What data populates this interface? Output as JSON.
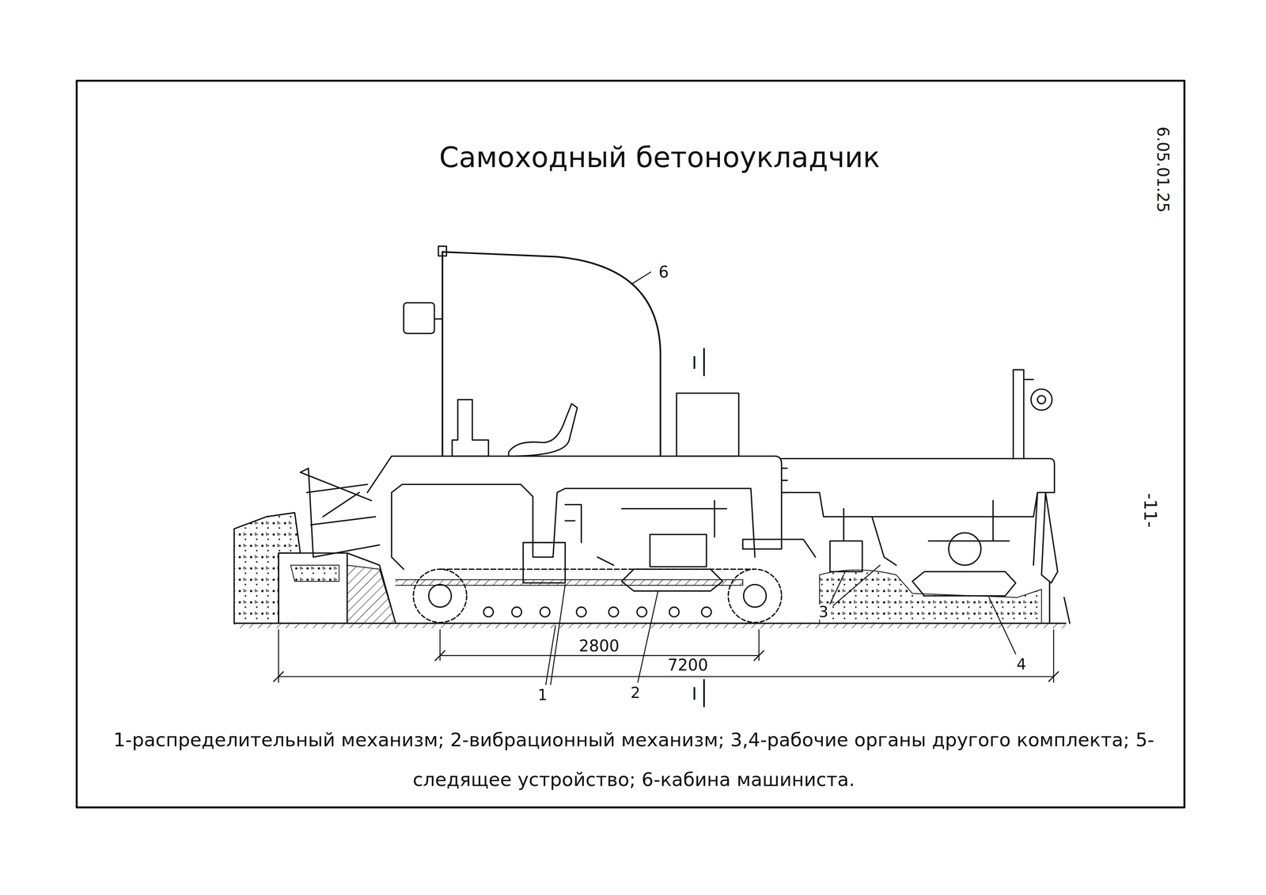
{
  "diagram": {
    "title": "Самоходный бетоноукладчик",
    "caption": "1-распределительный механизм; 2-вибрационный механизм; 3,4-рабочие органы другого комплекта; 5-следящее устройство; 6-кабина машиниста.",
    "labels": [
      "6.05.01.25",
      "6",
      "I",
      "-11-",
      "2800",
      "7200",
      "3",
      "4",
      "1",
      "2",
      "I"
    ]
  }
}
